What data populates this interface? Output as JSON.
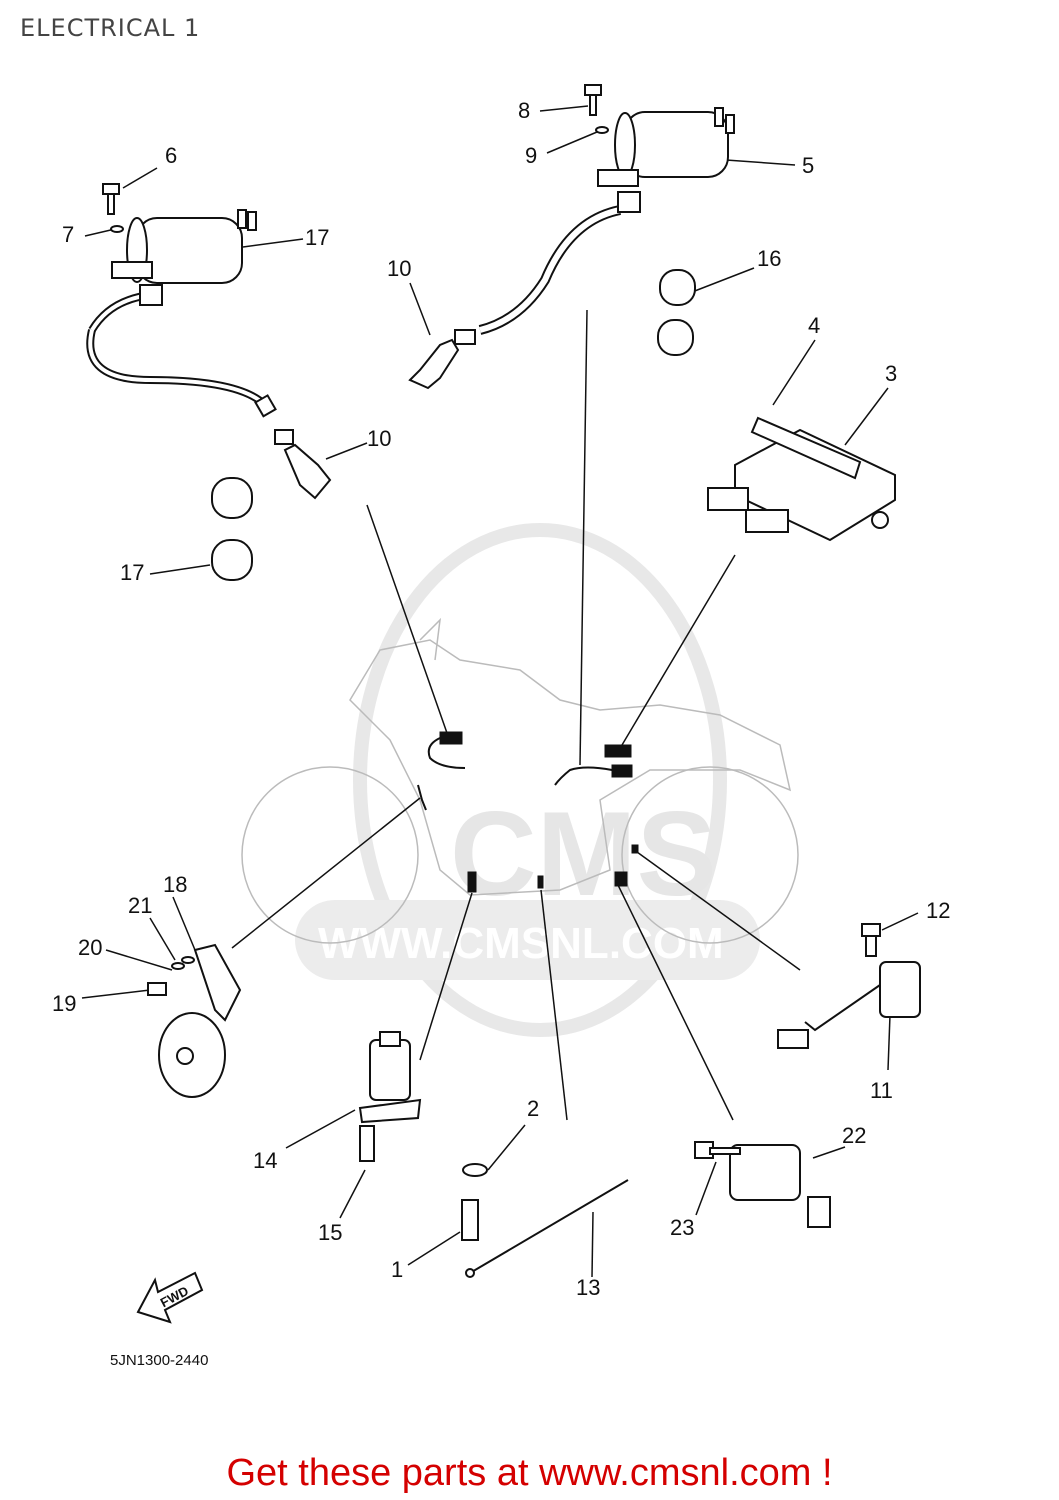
{
  "title": "ELECTRICAL 1",
  "diagram_code": "5JN1300-2440",
  "footer_text": "Get these parts at www.cmsnl.com !",
  "watermark": {
    "text": "CMS",
    "url": "WWW.CMSNL.COM"
  },
  "fwd_label": "FWD",
  "callouts": {
    "c1": "1",
    "c2": "2",
    "c3": "3",
    "c4": "4",
    "c5": "5",
    "c6": "6",
    "c7": "7",
    "c8": "8",
    "c9": "9",
    "c10a": "10",
    "c10b": "10",
    "c11": "11",
    "c12": "12",
    "c13": "13",
    "c14": "14",
    "c15": "15",
    "c16": "16",
    "c17a": "17",
    "c17b": "17",
    "c18": "18",
    "c19": "19",
    "c20": "20",
    "c21": "21",
    "c22": "22",
    "c23": "23"
  }
}
